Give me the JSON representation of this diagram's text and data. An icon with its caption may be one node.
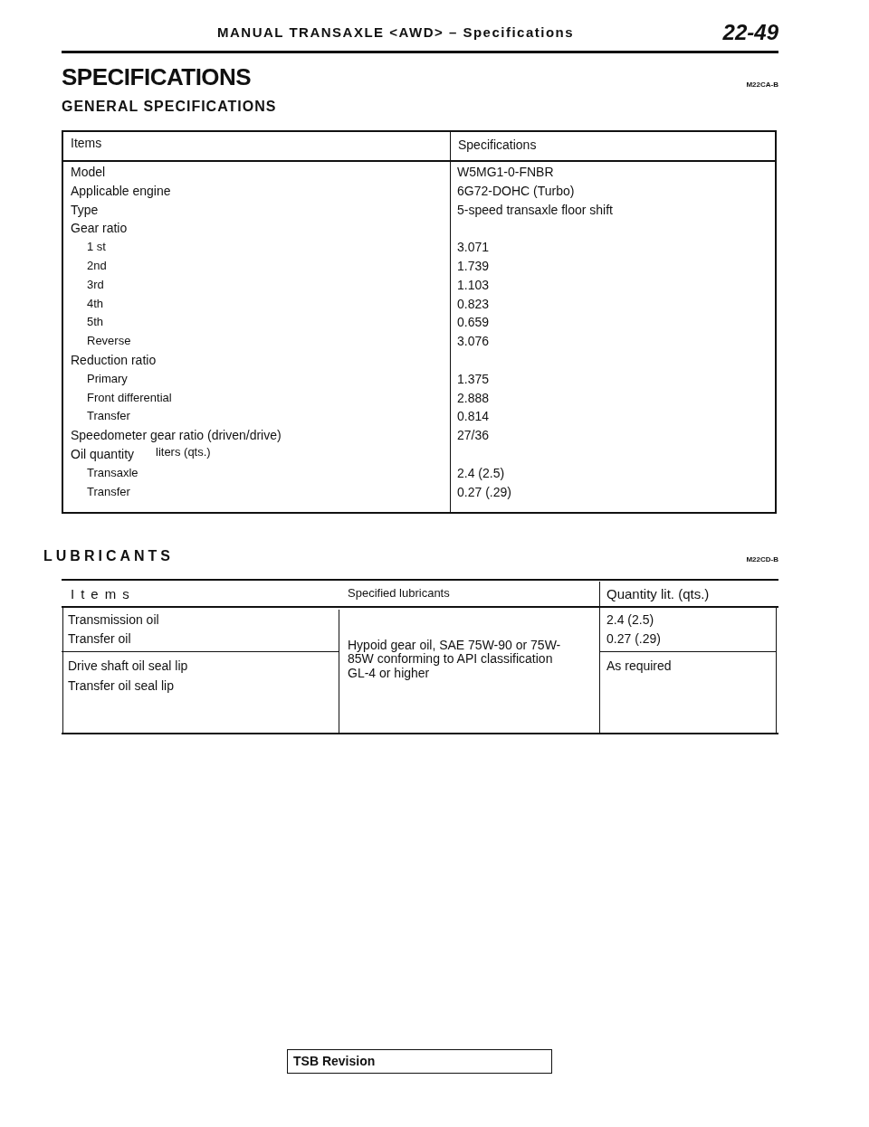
{
  "diagram": {
    "title": "MANUAL TRANSAXLE <AWD> – Specifications",
    "nodes": [
      {
        "text": [
          "TSB Revision"
        ]
      }
    ],
    "edges": [],
    "labels": [
      "22-49",
      "SPECIFICATIONS",
      "M22CA-B",
      "GENERAL SPECIFICATIONS",
      "Items",
      "Specifications",
      "Model",
      "W5MG1-0-FNBR",
      "Applicable engine",
      "6G72-DOHC (Turbo)",
      "Type",
      "5-speed transaxle floor shift",
      "Gear ratio",
      "1 st",
      "3.071",
      "2nd",
      "1.739",
      "3rd",
      "1.103",
      "4th",
      "0.823",
      "5th",
      "0.659",
      "Reverse",
      "3.076",
      "Reduction ratio",
      "Primary",
      "1.375",
      "Front differential",
      "2.888",
      "Transfer",
      "0.814",
      "Speedometer gear ratio (driven/drive)",
      "27/36",
      "Oil quantity",
      "liters (qts.)",
      "Transaxle",
      "2.4 (2.5)",
      "Transfer",
      "0.27 (.29)",
      "LUBRICANTS",
      "M22CD-B",
      "Items",
      "Specified lubricants",
      "Quantity lit. (qts.)",
      "Transmission oil",
      "Transfer oil",
      "Hypoid gear oil, SAE 75W-90 or 75W-85W conforming to API classification GL-4 or higher",
      "2.4 (2.5)",
      "0.27 (.29)",
      "Drive shaft oil seal lip",
      "Transfer oil seal lip",
      "As required"
    ]
  }
}
